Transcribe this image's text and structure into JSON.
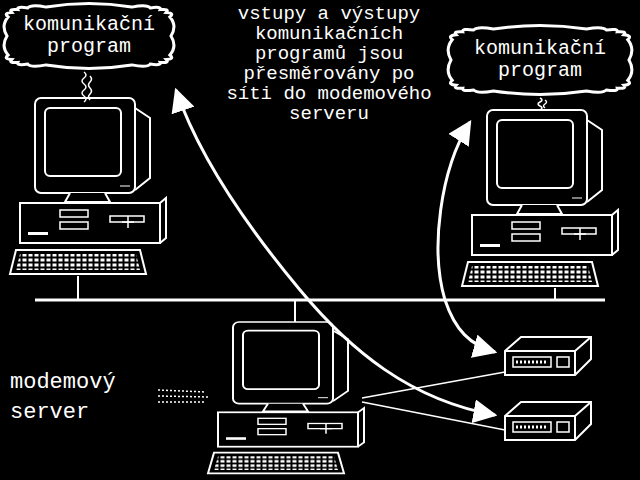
{
  "diagram": {
    "nodes": [
      {
        "text": [
          "komunikační program"
        ]
      },
      {
        "text": [
          "komunikační program"
        ]
      }
    ],
    "labels": [
      "vstupy a výstupy komunikačních programů jsou přesměrovány po síti do modemového serveru",
      "modemový server"
    ]
  }
}
